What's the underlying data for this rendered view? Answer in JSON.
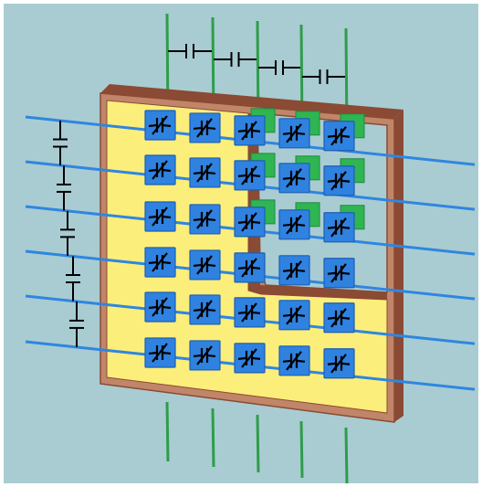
{
  "diagram": {
    "columns": 5,
    "rows": 6,
    "colors": {
      "background": "#a9ccd2",
      "frame_outer": "#c1866a",
      "frame_edge": "#8a4a33",
      "panel_fill": "#fcee7a",
      "cell_fill": "#2f82e0",
      "cell_edge": "#1d5fb3",
      "row_line": "#2f86df",
      "column_line": "#2e9d4a",
      "back_pad": "#2fb552",
      "component_stroke": "#000000"
    },
    "column_coupling_capacitors": 4,
    "row_coupling_capacitors": 5,
    "cell_symbol": "variable-capacitor-icon"
  }
}
